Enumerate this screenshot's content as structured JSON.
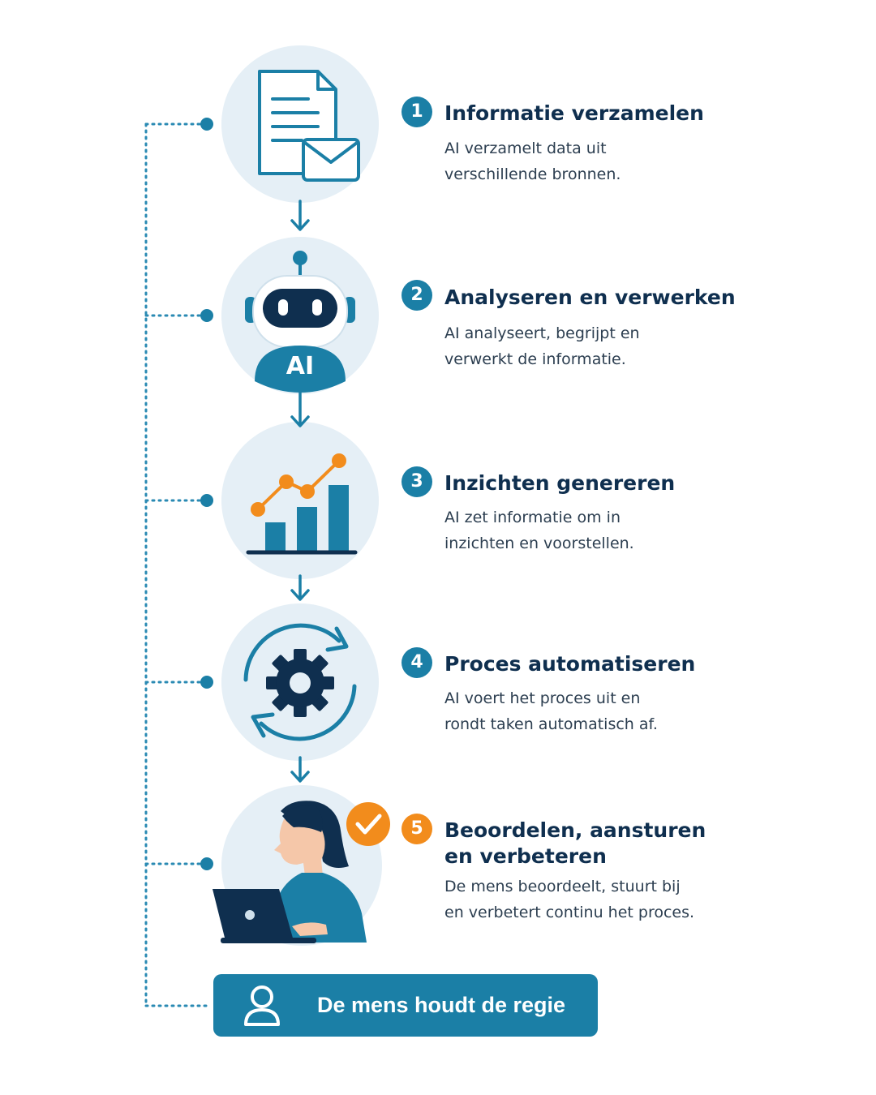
{
  "steps": [
    {
      "number": "1",
      "title_lines": [
        "Informatie verzamelen"
      ],
      "description_lines": [
        "AI verzamelt data uit",
        "verschillende bronnen."
      ],
      "icon": "document-mail-icon"
    },
    {
      "number": "2",
      "title_lines": [
        "Analyseren en verwerken"
      ],
      "description_lines": [
        "AI analyseert, begrijpt en",
        "verwerkt de informatie."
      ],
      "icon": "robot-icon",
      "icon_label": "AI"
    },
    {
      "number": "3",
      "title_lines": [
        "Inzichten genereren"
      ],
      "description_lines": [
        "AI zet informatie om in",
        "inzichten en voorstellen."
      ],
      "icon": "bar-chart-icon"
    },
    {
      "number": "4",
      "title_lines": [
        "Proces automatiseren"
      ],
      "description_lines": [
        "AI voert het proces uit en",
        "rondt taken automatisch af."
      ],
      "icon": "gear-cycle-icon"
    },
    {
      "number": "5",
      "title_lines": [
        "Beoordelen, aansturen",
        "en verbeteren"
      ],
      "description_lines": [
        "De mens beoordeelt, stuurt bij",
        "en verbetert continu het proces."
      ],
      "icon": "person-laptop-icon"
    }
  ],
  "footer": {
    "label": "De mens houdt de regie",
    "icon": "user-icon"
  },
  "colors": {
    "primary": "#1b7fa6",
    "dark_navy": "#0f2f4f",
    "accent_orange": "#f28c1c",
    "circle_bg": "#e5eff6",
    "connector": "#2a8ab3"
  }
}
